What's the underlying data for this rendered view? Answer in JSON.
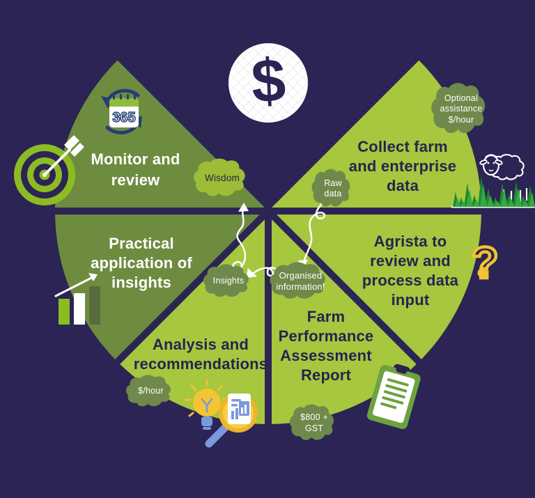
{
  "palette": {
    "background": "#2b2454",
    "slice_lime": "#a6c73e",
    "slice_olive": "#6e8c3f",
    "cloud_olive": "#6e894b",
    "cloud_lime": "#9cbd35",
    "text_dark": "#29234f",
    "text_light": "#ffffff",
    "accent_yellow": "#f1c232",
    "accent_periwinkle": "#7d97dc",
    "target_lime": "#8dbb23",
    "grass_green": "#2fa13c"
  },
  "coin": {
    "symbol": "$"
  },
  "segments": {
    "monitor": {
      "label": "Monitor and\nreview"
    },
    "collect": {
      "label": "Collect farm\nand enterprise\ndata"
    },
    "agrista": {
      "label": "Agrista to\nreview and\nprocess data\ninput"
    },
    "farm_report": {
      "label": "Farm\nPerformance\nAssessment\nReport"
    },
    "analysis": {
      "label": "Analysis and\nrecommendations"
    },
    "practical": {
      "label": "Practical\napplication of\ninsights"
    }
  },
  "clouds": {
    "wisdom": {
      "label": "Wisdom"
    },
    "raw_data": {
      "label": "Raw\ndata"
    },
    "optional_assistance": {
      "label": "Optional\nassistance\n$/hour"
    },
    "insights": {
      "label": "Insights"
    },
    "organised": {
      "label": "Organised\ninformation!"
    },
    "analysis_rate": {
      "label": "$/hour"
    },
    "report_price": {
      "label": "$800 +\nGST"
    }
  },
  "icons": {
    "calendar_label": "365",
    "question_mark": "?"
  }
}
